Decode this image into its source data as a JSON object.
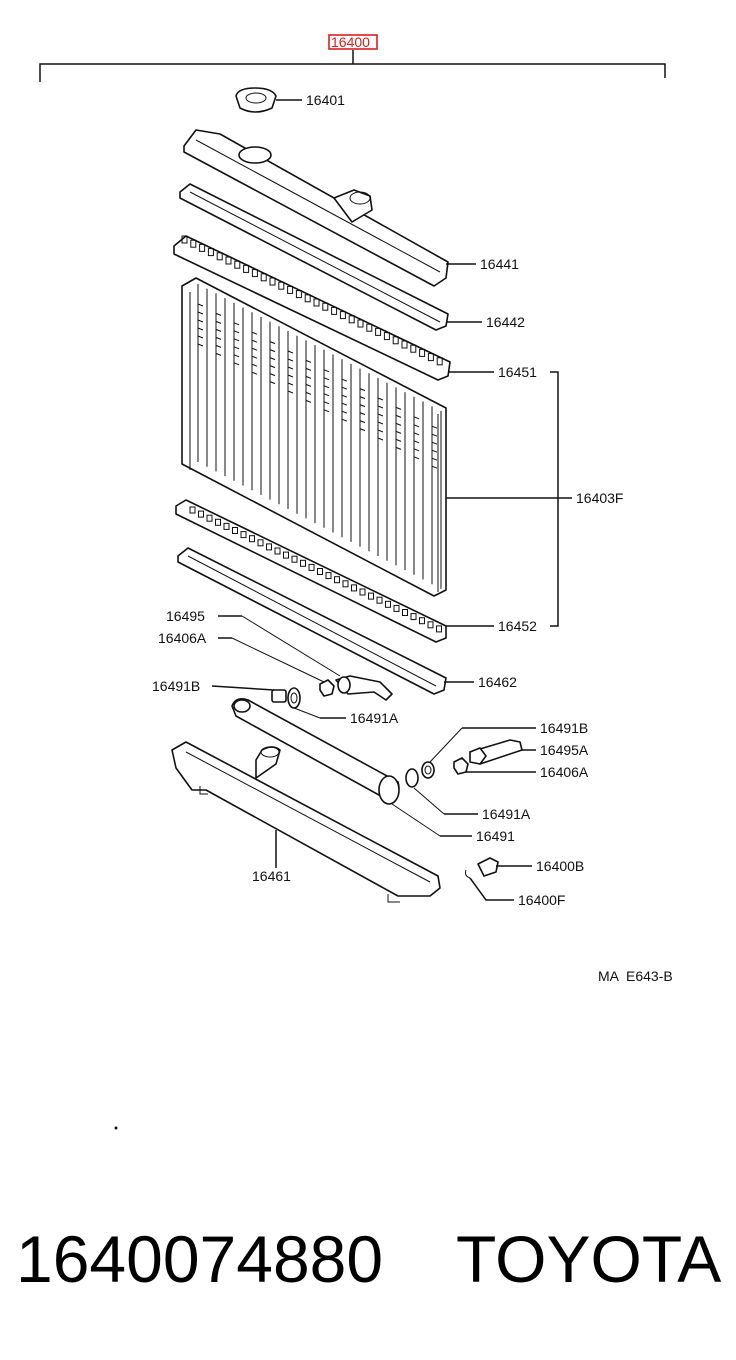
{
  "assembly_label": "16400",
  "assembly_label_color": "#d81e1e",
  "part_labels": {
    "cap": "16401",
    "upper_tank": "16441",
    "upper_gasket": "16442",
    "upper_plate": "16451",
    "core": "16403F",
    "lower_plate": "16452",
    "lower_gasket": "16462",
    "pipe_left": "16495",
    "nut_left": "16406A",
    "washer_left_b": "16491B",
    "washer_left_a": "16491A",
    "washer_right_b": "16491B",
    "pipe_right": "16495A",
    "nut_right": "16406A",
    "washer_right_a": "16491A",
    "cooler": "16491",
    "lower_tank": "16461",
    "drain_cock": "16400B",
    "drain_plug": "16400F"
  },
  "figure_code": "MA  E643-B",
  "part_number": "1640074880",
  "brand": "TOYOTA"
}
